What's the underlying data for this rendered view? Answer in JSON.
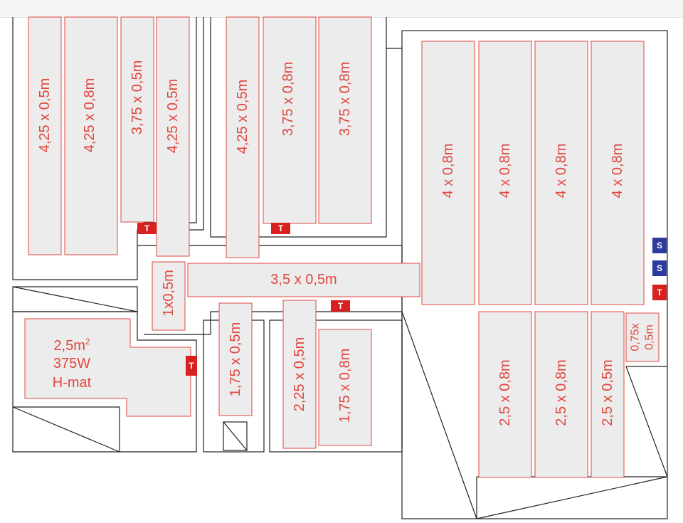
{
  "mats": {
    "m1": "4,25 x 0,5m",
    "m2": "4,25 x 0,8m",
    "m3": "3,75 x 0,5m",
    "m4": "4,25 x 0,5m",
    "m5": "4,25 x 0,5m",
    "m6": "3,75 x 0,8m",
    "m7": "3,75 x 0,8m",
    "m8": "4 x 0,8m",
    "m9": "4 x 0,8m",
    "m10": "4 x 0,8m",
    "m11": "4 x 0,8m",
    "m12": "3,5 x 0,5m",
    "m13": "1x0,5m",
    "m14": "1,75 x 0,5m",
    "m15": "2,25 x 0,5m",
    "m16": "1,75 x 0,8m",
    "m17": "2,5 x 0,8m",
    "m18": "2,5 x 0,8m",
    "m19": "2,5 x 0,5m",
    "m20_l1": "0,75x",
    "m20_l2": "0,5m"
  },
  "hmat": {
    "area": "2,5m",
    "area_sup": "2",
    "power": "375W",
    "name": "H-mat"
  },
  "badges": {
    "thermostat": "T",
    "switch": "S"
  }
}
